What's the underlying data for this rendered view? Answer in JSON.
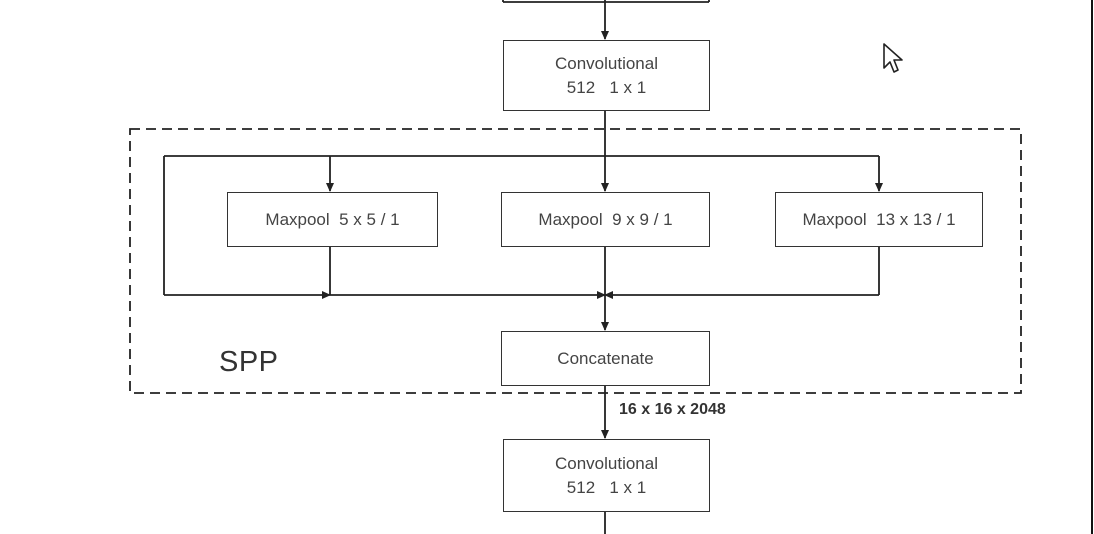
{
  "diagram": {
    "top_conv": {
      "line1": "Convolutional",
      "line2": "512   1 x 1"
    },
    "maxpools": [
      {
        "label": "Maxpool  5 x 5 / 1"
      },
      {
        "label": "Maxpool  9 x 9 / 1"
      },
      {
        "label": "Maxpool  13 x 13 / 1"
      }
    ],
    "concat": {
      "label": "Concatenate"
    },
    "group_label": "SPP",
    "output_dim": "16 x 16 x 2048",
    "bottom_conv": {
      "line1": "Convolutional",
      "line2": "512   1 x 1"
    }
  },
  "colors": {
    "line": "#222222",
    "text": "#444444",
    "background": "#ffffff"
  },
  "icons": {
    "cursor": "mouse-pointer-icon"
  }
}
